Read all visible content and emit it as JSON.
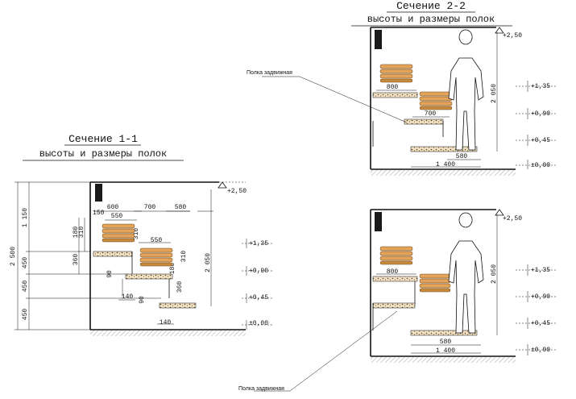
{
  "section11": {
    "title": "Сечение 1-1",
    "subtitle": "высоты и размеры полок",
    "dims": {
      "d600": "600",
      "d550a": "550",
      "d700": "700",
      "d580": "580",
      "d550b": "550",
      "d150": "150",
      "d180": "180",
      "d310a": "310",
      "d310b": "310",
      "d310c": "310",
      "d360a": "360",
      "d360b": "360",
      "d90a": "90",
      "d90b": "90",
      "d180b": "180",
      "d140a": "140",
      "d140b": "140",
      "d2050": "2 050",
      "v1150": "1 150",
      "v450a": "450",
      "v450b": "450",
      "v450c": "450",
      "v2500": "2 500"
    },
    "levels": [
      "+2,50",
      "+1,35",
      "+0,90",
      "+0,45",
      "±0,00"
    ]
  },
  "section22": {
    "title": "Сечение 2-2",
    "subtitle": "высоты и размеры полок",
    "top": {
      "note": "Полка задвижная",
      "dims": {
        "d800": "800",
        "d700": "700",
        "d580": "580",
        "d1400": "1 400",
        "d2050": "2 050"
      },
      "levels": [
        "+2,50",
        "+1,35",
        "+0,90",
        "+0,45",
        "±0,00"
      ]
    },
    "bottom": {
      "note": "Полка задвижная",
      "dims": {
        "d800": "800",
        "d580": "580",
        "d1400": "1 400",
        "d2050": "2 050"
      },
      "levels": [
        "+2,50",
        "+1,35",
        "+0,90",
        "+0,45",
        "±0,00"
      ]
    }
  }
}
